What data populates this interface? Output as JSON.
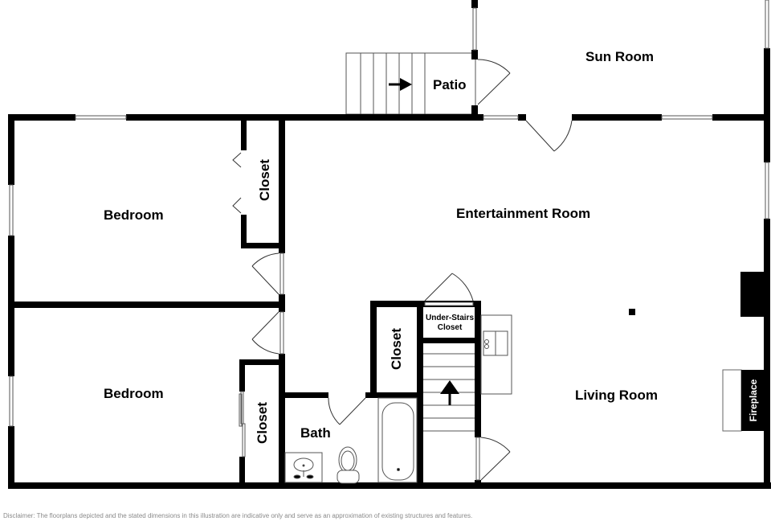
{
  "floorplan": {
    "rooms": [
      {
        "id": "sun-room",
        "label": "Sun Room"
      },
      {
        "id": "patio",
        "label": "Patio"
      },
      {
        "id": "bedroom-1",
        "label": "Bedroom"
      },
      {
        "id": "closet-1",
        "label": "Closet"
      },
      {
        "id": "entertainment-room",
        "label": "Entertainment Room"
      },
      {
        "id": "bedroom-2",
        "label": "Bedroom"
      },
      {
        "id": "closet-2",
        "label": "Closet"
      },
      {
        "id": "bath",
        "label": "Bath"
      },
      {
        "id": "closet-3",
        "label": "Closet"
      },
      {
        "id": "under-stairs-closet",
        "label": "Under-Stairs Closet"
      },
      {
        "id": "living-room",
        "label": "Living Room"
      },
      {
        "id": "fireplace",
        "label": "Fireplace"
      }
    ],
    "disclaimer": "Disclaimer: The floorplans depicted and the stated dimensions in this illustration are indicative only and serve as an approximation of existing structures and features."
  }
}
